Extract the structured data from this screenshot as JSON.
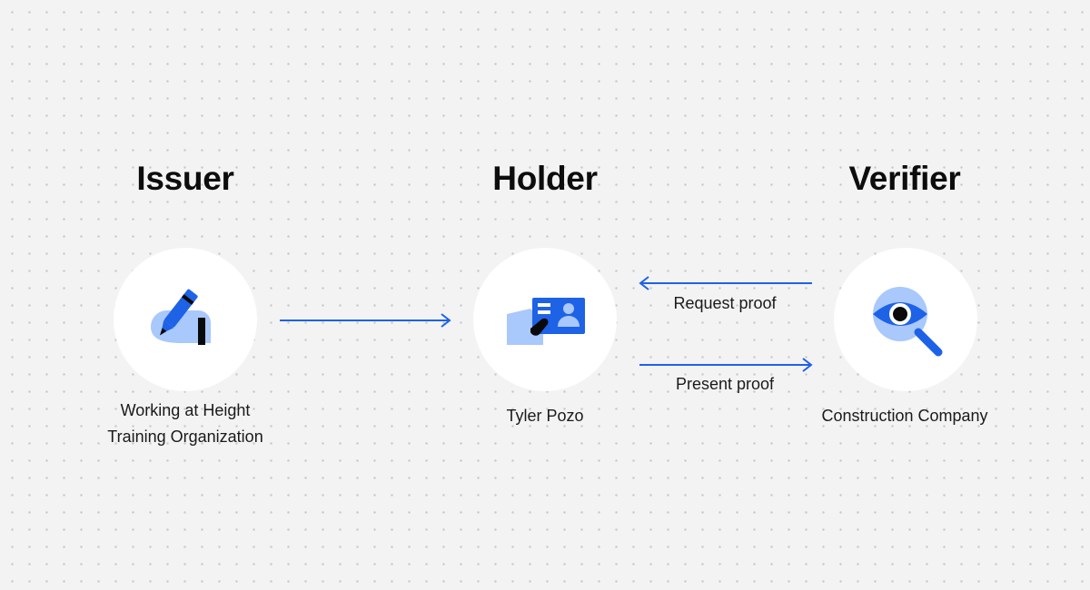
{
  "roles": {
    "issuer": {
      "title": "Issuer",
      "entity_line1": "Working at Height",
      "entity_line2": "Training Organization",
      "icon": "pen-signing-icon"
    },
    "holder": {
      "title": "Holder",
      "entity": "Tyler Pozo",
      "icon": "id-card-icon"
    },
    "verifier": {
      "title": "Verifier",
      "entity": "Construction Company",
      "icon": "eye-magnifier-icon"
    }
  },
  "flows": {
    "issue": {
      "from": "issuer",
      "to": "holder"
    },
    "request_proof": {
      "from": "verifier",
      "to": "holder",
      "label": "Request proof"
    },
    "present_proof": {
      "from": "holder",
      "to": "verifier",
      "label": "Present proof"
    }
  },
  "colors": {
    "primary_blue": "#1e62e6",
    "light_blue": "#a9c8fb",
    "dark": "#0a0a0a",
    "circle_fill": "#ffffff",
    "background": "#f3f3f3"
  }
}
